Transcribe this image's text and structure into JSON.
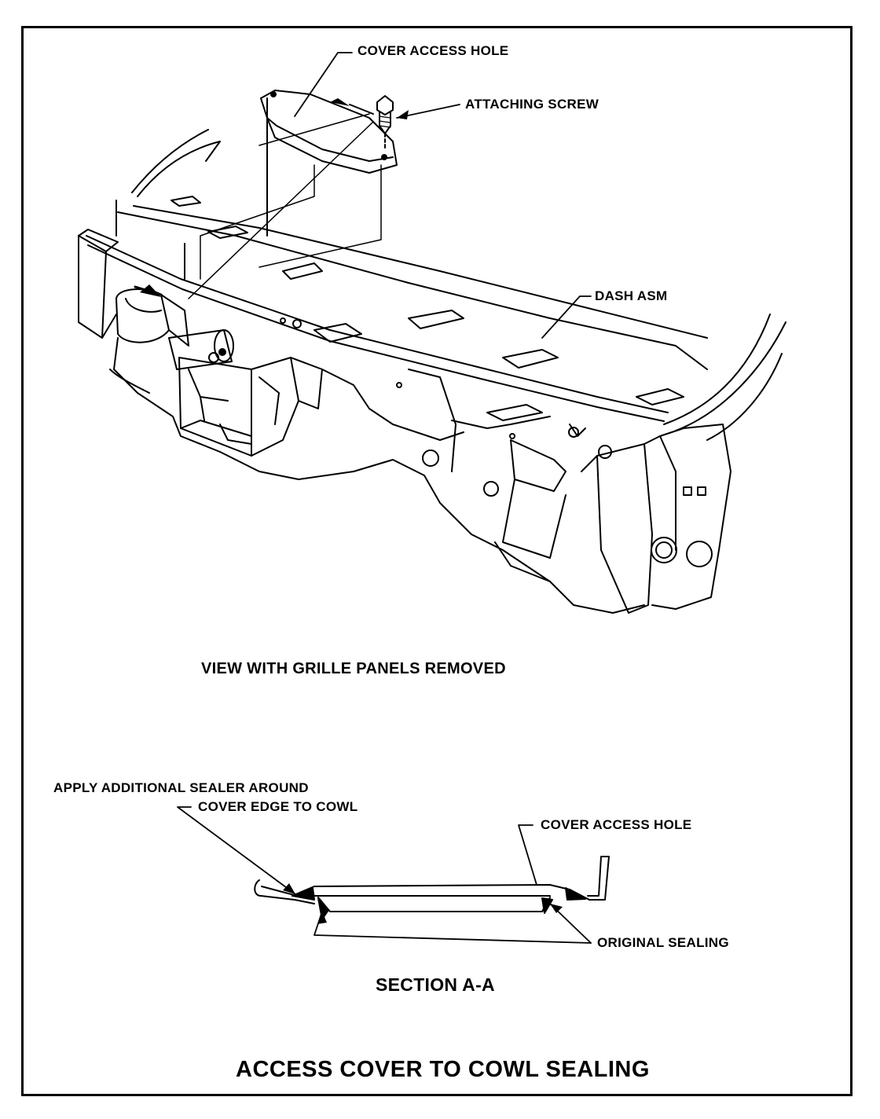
{
  "diagram": {
    "labels": {
      "cover_access_hole_top": "COVER ACCESS HOLE",
      "attaching_screw": "ATTACHING SCREW",
      "dash_asm": "DASH ASM",
      "view_caption": "VIEW WITH GRILLE PANELS REMOVED",
      "apply_sealer_line1": "APPLY ADDITIONAL SEALER AROUND",
      "apply_sealer_line2": "COVER EDGE TO COWL",
      "cover_access_hole_section": "COVER ACCESS HOLE",
      "original_sealing": "ORIGINAL SEALING",
      "section_caption": "SECTION A-A"
    },
    "title": "ACCESS COVER TO COWL SEALING",
    "colors": {
      "ink": "#000000",
      "paper": "#ffffff"
    }
  }
}
